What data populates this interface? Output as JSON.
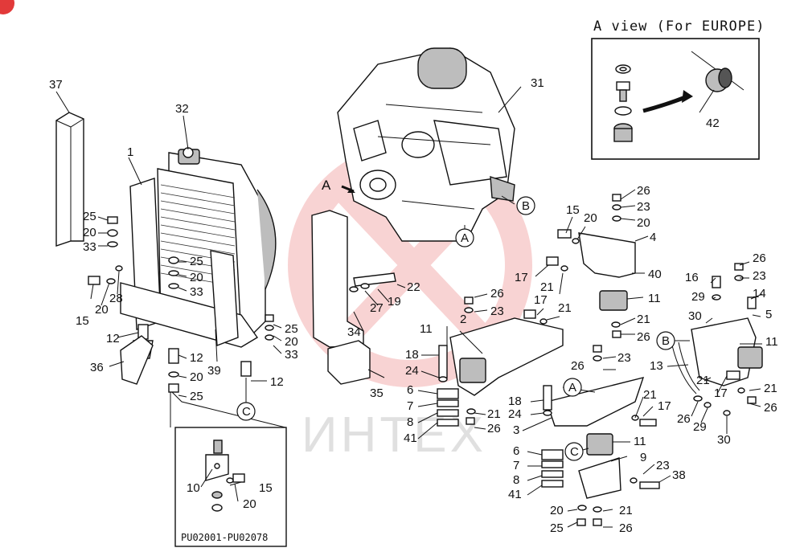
{
  "view_title": "A view (For EUROPE)",
  "view_letter": "A",
  "inset_serial_range": "PU02001-PU02078",
  "watermark": "ИНТЕХ",
  "ref_markers": {
    "a": "A",
    "b": "B",
    "c": "C"
  },
  "colors": {
    "ink": "#111111",
    "watermark": "#e23a3a"
  },
  "callouts": [
    "1",
    "2",
    "3",
    "4",
    "5",
    "6",
    "7",
    "8",
    "9",
    "10",
    "11",
    "12",
    "13",
    "14",
    "15",
    "16",
    "17",
    "18",
    "19",
    "20",
    "21",
    "22",
    "23",
    "24",
    "25",
    "26",
    "27",
    "28",
    "29",
    "30",
    "31",
    "32",
    "33",
    "34",
    "35",
    "36",
    "37",
    "38",
    "39",
    "40",
    "41",
    "42"
  ]
}
